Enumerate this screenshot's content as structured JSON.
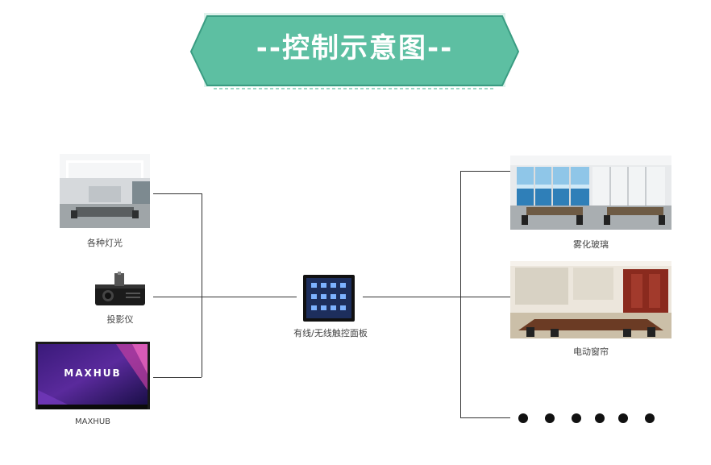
{
  "banner": {
    "title": "--控制示意图--"
  },
  "devices_left": [
    {
      "label": "各种灯光",
      "icon": "ceiling-lights-image"
    },
    {
      "label": "投影仪",
      "icon": "projector-image"
    },
    {
      "label": "MAXHUB",
      "icon": "maxhub-display-image",
      "screen_text": "MAXHUB"
    }
  ],
  "controller": {
    "label": "有线/无线触控面板",
    "icon": "touch-panel-image"
  },
  "devices_right": [
    {
      "label": "雾化玻璃",
      "icon": "smart-glass-image"
    },
    {
      "label": "电动窗帘",
      "icon": "electric-curtain-image"
    }
  ],
  "colors": {
    "banner": "#5dbfa2",
    "banner_border": "#3a9c82",
    "line": "#333333"
  }
}
